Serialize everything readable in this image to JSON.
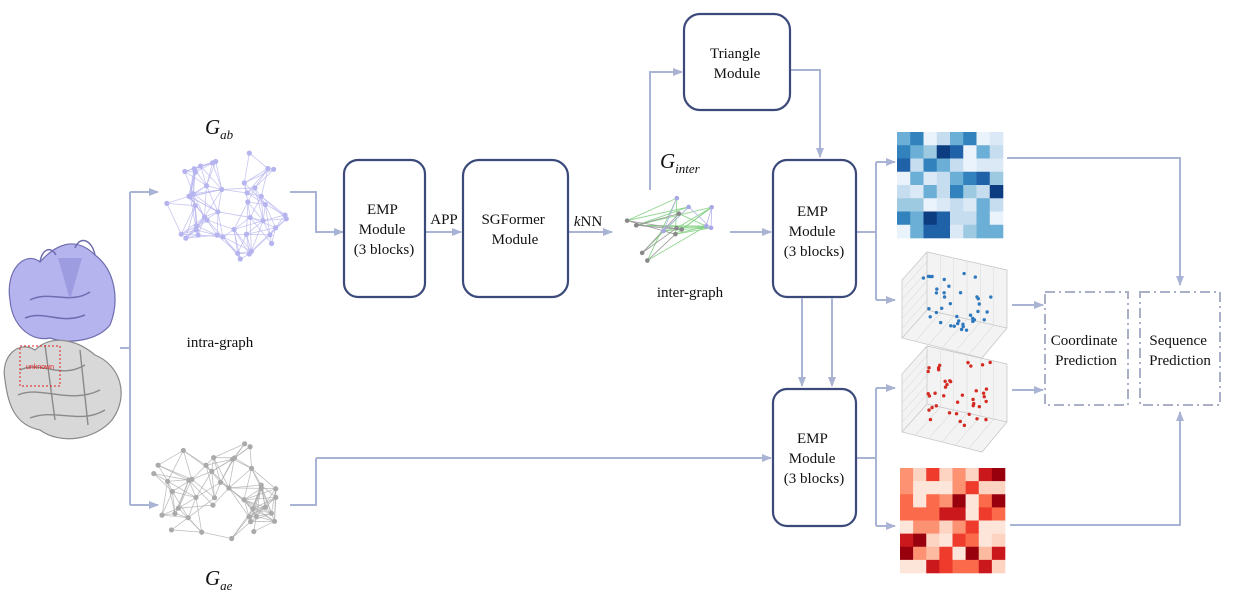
{
  "labels": {
    "g_ab_main": "G",
    "g_ab_sub": "ab",
    "g_ae_main": "G",
    "g_ae_sub": "ae",
    "g_inter_main": "G",
    "g_inter_sub": "inter",
    "intra_graph": "intra-graph",
    "inter_graph": "inter-graph",
    "app": "APP",
    "knn_k": "k",
    "knn_rest": "NN",
    "unknown": "unknown"
  },
  "boxes": {
    "emp1": [
      "EMP",
      "Module",
      "(3 blocks)"
    ],
    "sgformer": [
      "SGFormer",
      "Module"
    ],
    "triangle": [
      "Triangle",
      "Module"
    ],
    "emp2": [
      "EMP",
      "Module",
      "(3 blocks)"
    ],
    "emp3": [
      "EMP",
      "Module",
      "(3 blocks)"
    ],
    "coord": [
      "Coordinate",
      "Prediction"
    ],
    "seq": [
      "Sequence",
      "Prediction"
    ]
  },
  "colors": {
    "box_stroke": "#3b4a7a",
    "arrow": "#a9b3d4",
    "graph_ab": "#b6b4ee",
    "graph_ae": "#aaaaaa",
    "graph_inter_edges": "#7fcf7f",
    "heatmap_blue": "#2f78bd",
    "heatmap_red": "#d42b22"
  }
}
